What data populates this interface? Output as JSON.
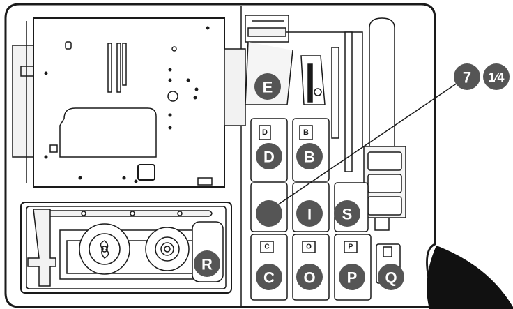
{
  "callouts": {
    "E": "E",
    "D": "D",
    "B": "B",
    "I": "I",
    "S": "S",
    "R": "R",
    "C": "C",
    "O": "O",
    "P": "P",
    "Q": "Q",
    "seven": "7",
    "quarter": "1⁄4"
  },
  "engraved": {
    "D": "D",
    "B": "B",
    "C": "C",
    "O": "O",
    "P": "P"
  },
  "colors": {
    "callout_fill": "#555555",
    "outline": "#1a1a1a",
    "panel": "#ffffff",
    "shadow": "#e5e5e5",
    "corner_wedge": "#111111"
  }
}
